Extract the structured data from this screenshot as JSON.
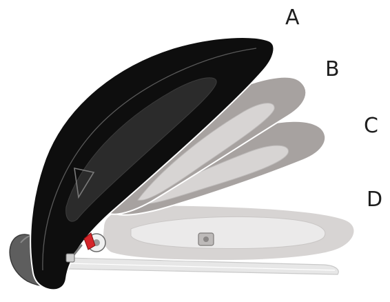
{
  "labels": {
    "a": "A",
    "b": "B",
    "c": "C",
    "d": "D"
  },
  "colors": {
    "seat_black": "#0e0e0e",
    "seat_inner": "#2b2b2b",
    "seat_gray": "#a7a2a0",
    "seat_gray_light": "#d7d4d3",
    "seat_gray_inner": "#c9c6c5",
    "seat_ghost": "#ebeaea",
    "base_dark": "#5e5e5e",
    "frame_light": "#e7e7e7",
    "latch_red": "#d6262b"
  }
}
